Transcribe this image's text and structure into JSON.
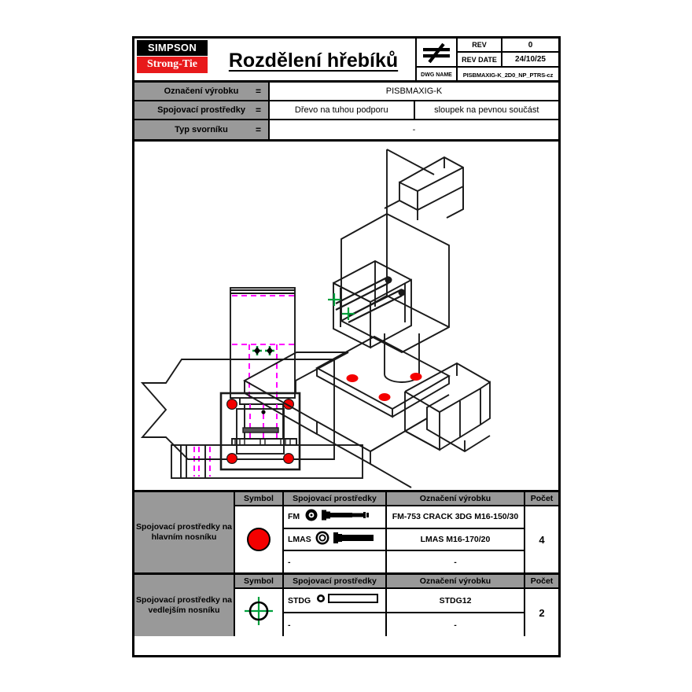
{
  "titleblock": {
    "logo_top": "SIMPSON",
    "logo_bottom": "Strong-Tie",
    "drawing_title": "Rozdělení hřebíků",
    "not_equal_icon": "not-equal-icon",
    "rev_label": "REV",
    "rev_value": "0",
    "rev_date_label": "REV DATE",
    "rev_date_value": "24/10/25",
    "dwg_name_label": "DWG NAME",
    "dwg_name_value": "PISBMAXIG-K_2D0_NP_PTRS-cz"
  },
  "info": {
    "rows": [
      {
        "label": "Označení výrobku",
        "eq": "=",
        "values": [
          "PISBMAXIG-K"
        ]
      },
      {
        "label": "Spojovací prostředky",
        "eq": "=",
        "values": [
          "Dřevo na tuhou podporu",
          "sloupek na pevnou součást"
        ]
      },
      {
        "label": "Typ svorníku",
        "eq": "=",
        "values": [
          "-"
        ]
      }
    ]
  },
  "legends": [
    {
      "name": "Spojovací prostředky na hlavním nosníku",
      "symbol": "red-dot-symbol",
      "headers": {
        "symbol": "Symbol",
        "fixing": "Spojovací prostředky",
        "designation": "Označení výrobku",
        "count": "Počet"
      },
      "count": "4",
      "rows": [
        {
          "fixing": "FM",
          "icon": "hex-bolt-icon",
          "designation": "FM-753 CRACK 3DG M16-150/30"
        },
        {
          "fixing": "LMAS",
          "icon": "ring-bolt-icon",
          "designation": "LMAS M16-170/20"
        },
        {
          "fixing": "-",
          "icon": "",
          "designation": "-"
        }
      ]
    },
    {
      "name": "Spojovací prostředky na vedlejším nosníku",
      "symbol": "green-crosshair-symbol",
      "headers": {
        "symbol": "Symbol",
        "fixing": "Spojovací prostředky",
        "designation": "Označení výrobku",
        "count": "Počet"
      },
      "count": "2",
      "rows": [
        {
          "fixing": "STDG",
          "icon": "dowel-icon",
          "designation": "STDG12"
        },
        {
          "fixing": "-",
          "icon": "",
          "designation": "-"
        }
      ]
    }
  ],
  "colors": {
    "header_gray": "#999999",
    "brand_red": "#e8191b",
    "symbol_red": "#f40000",
    "symbol_green": "#00a03c",
    "hidden_magenta": "#ff00ff",
    "line_black": "#1a1a1a"
  },
  "drawing": {
    "description": "Technical CAD views of PISBMAXIG-K column base connector: front elevation, side section, plan view and 3D isometric view",
    "views": [
      "front-elevation",
      "side-section",
      "plan-view",
      "isometric-view"
    ],
    "fastener_marks_main": 4,
    "fastener_marks_secondary": 2
  }
}
